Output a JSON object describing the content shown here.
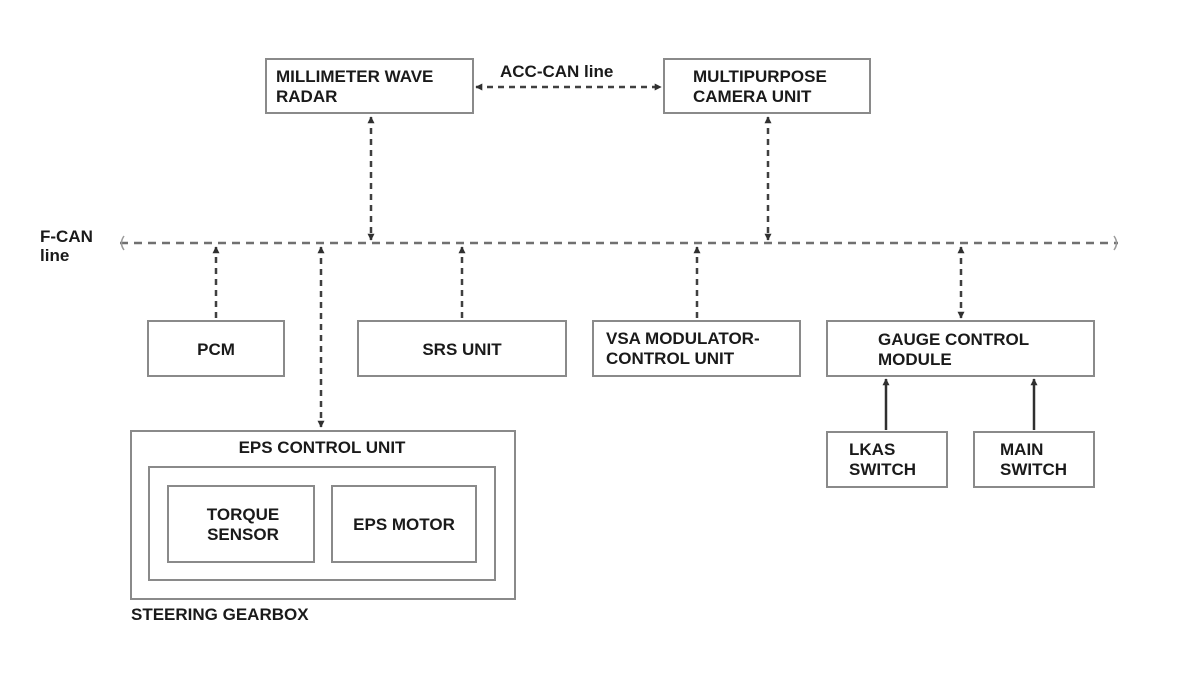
{
  "bus": {
    "label_line1": "F-CAN",
    "label_line2": "line"
  },
  "acc_can": {
    "label": "ACC-CAN line"
  },
  "nodes": {
    "radar": {
      "line1": "MILLIMETER WAVE",
      "line2": "RADAR"
    },
    "camera": {
      "line1": "MULTIPURPOSE",
      "line2": "CAMERA UNIT"
    },
    "pcm": {
      "label": "PCM"
    },
    "srs": {
      "label": "SRS UNIT"
    },
    "vsa": {
      "line1": "VSA MODULATOR-",
      "line2": "CONTROL UNIT"
    },
    "gauge": {
      "line1": "GAUGE CONTROL",
      "line2": "MODULE"
    },
    "lkas": {
      "line1": "LKAS",
      "line2": "SWITCH"
    },
    "main": {
      "line1": "MAIN",
      "line2": "SWITCH"
    },
    "eps_unit": {
      "label": "EPS CONTROL UNIT"
    },
    "torque": {
      "line1": "TORQUE",
      "line2": "SENSOR"
    },
    "eps_motor": {
      "label": "EPS MOTOR"
    },
    "gearbox": {
      "label": "STEERING GEARBOX"
    }
  },
  "colors": {
    "box_stroke": "#8a8a8a",
    "line": "#404040",
    "text": "#1a1a1a"
  }
}
